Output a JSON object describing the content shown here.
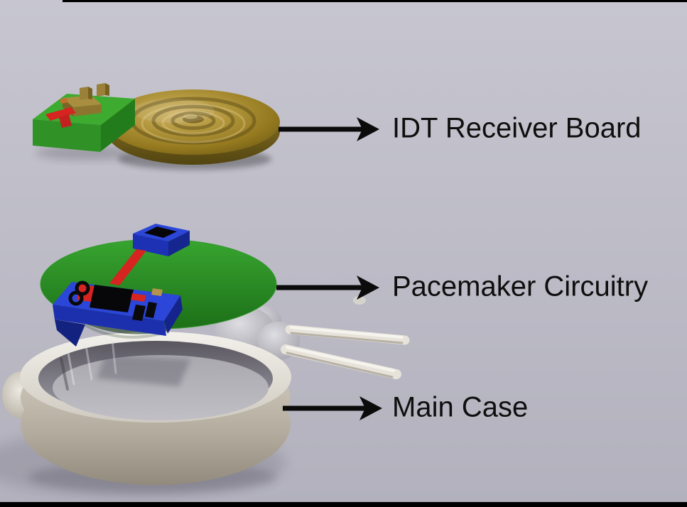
{
  "diagram": {
    "kind": "exploded-view-3d-render",
    "labels": {
      "receiver": "IDT Receiver Board",
      "circuitry": "Pacemaker Circuitry",
      "case": "Main Case"
    }
  },
  "colors": {
    "background_top": "#c7c6d0",
    "background_bottom": "#b2b1bd",
    "label_text": "#0e0e0e",
    "arrow": "#0b0b0b",
    "coil_gold": "#ab8f3c",
    "receiver_pcb_green": "#3cab2f",
    "circuit_disc_green": "#2f9828",
    "module_blue": "#2b46d8",
    "trace_red": "#d62421",
    "case_beige": "#cfc9bc",
    "case_rim_white": "#efede7",
    "frame_bar": "#000000"
  }
}
